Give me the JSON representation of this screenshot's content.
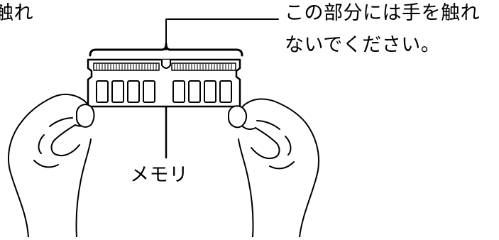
{
  "labels": {
    "cutoff_left": "触れ",
    "warning_line1": "この部分には手を触れ",
    "warning_line2": "ないでください。",
    "memory": "メモリ"
  },
  "colors": {
    "ink": "#000000",
    "background": "#ffffff"
  }
}
